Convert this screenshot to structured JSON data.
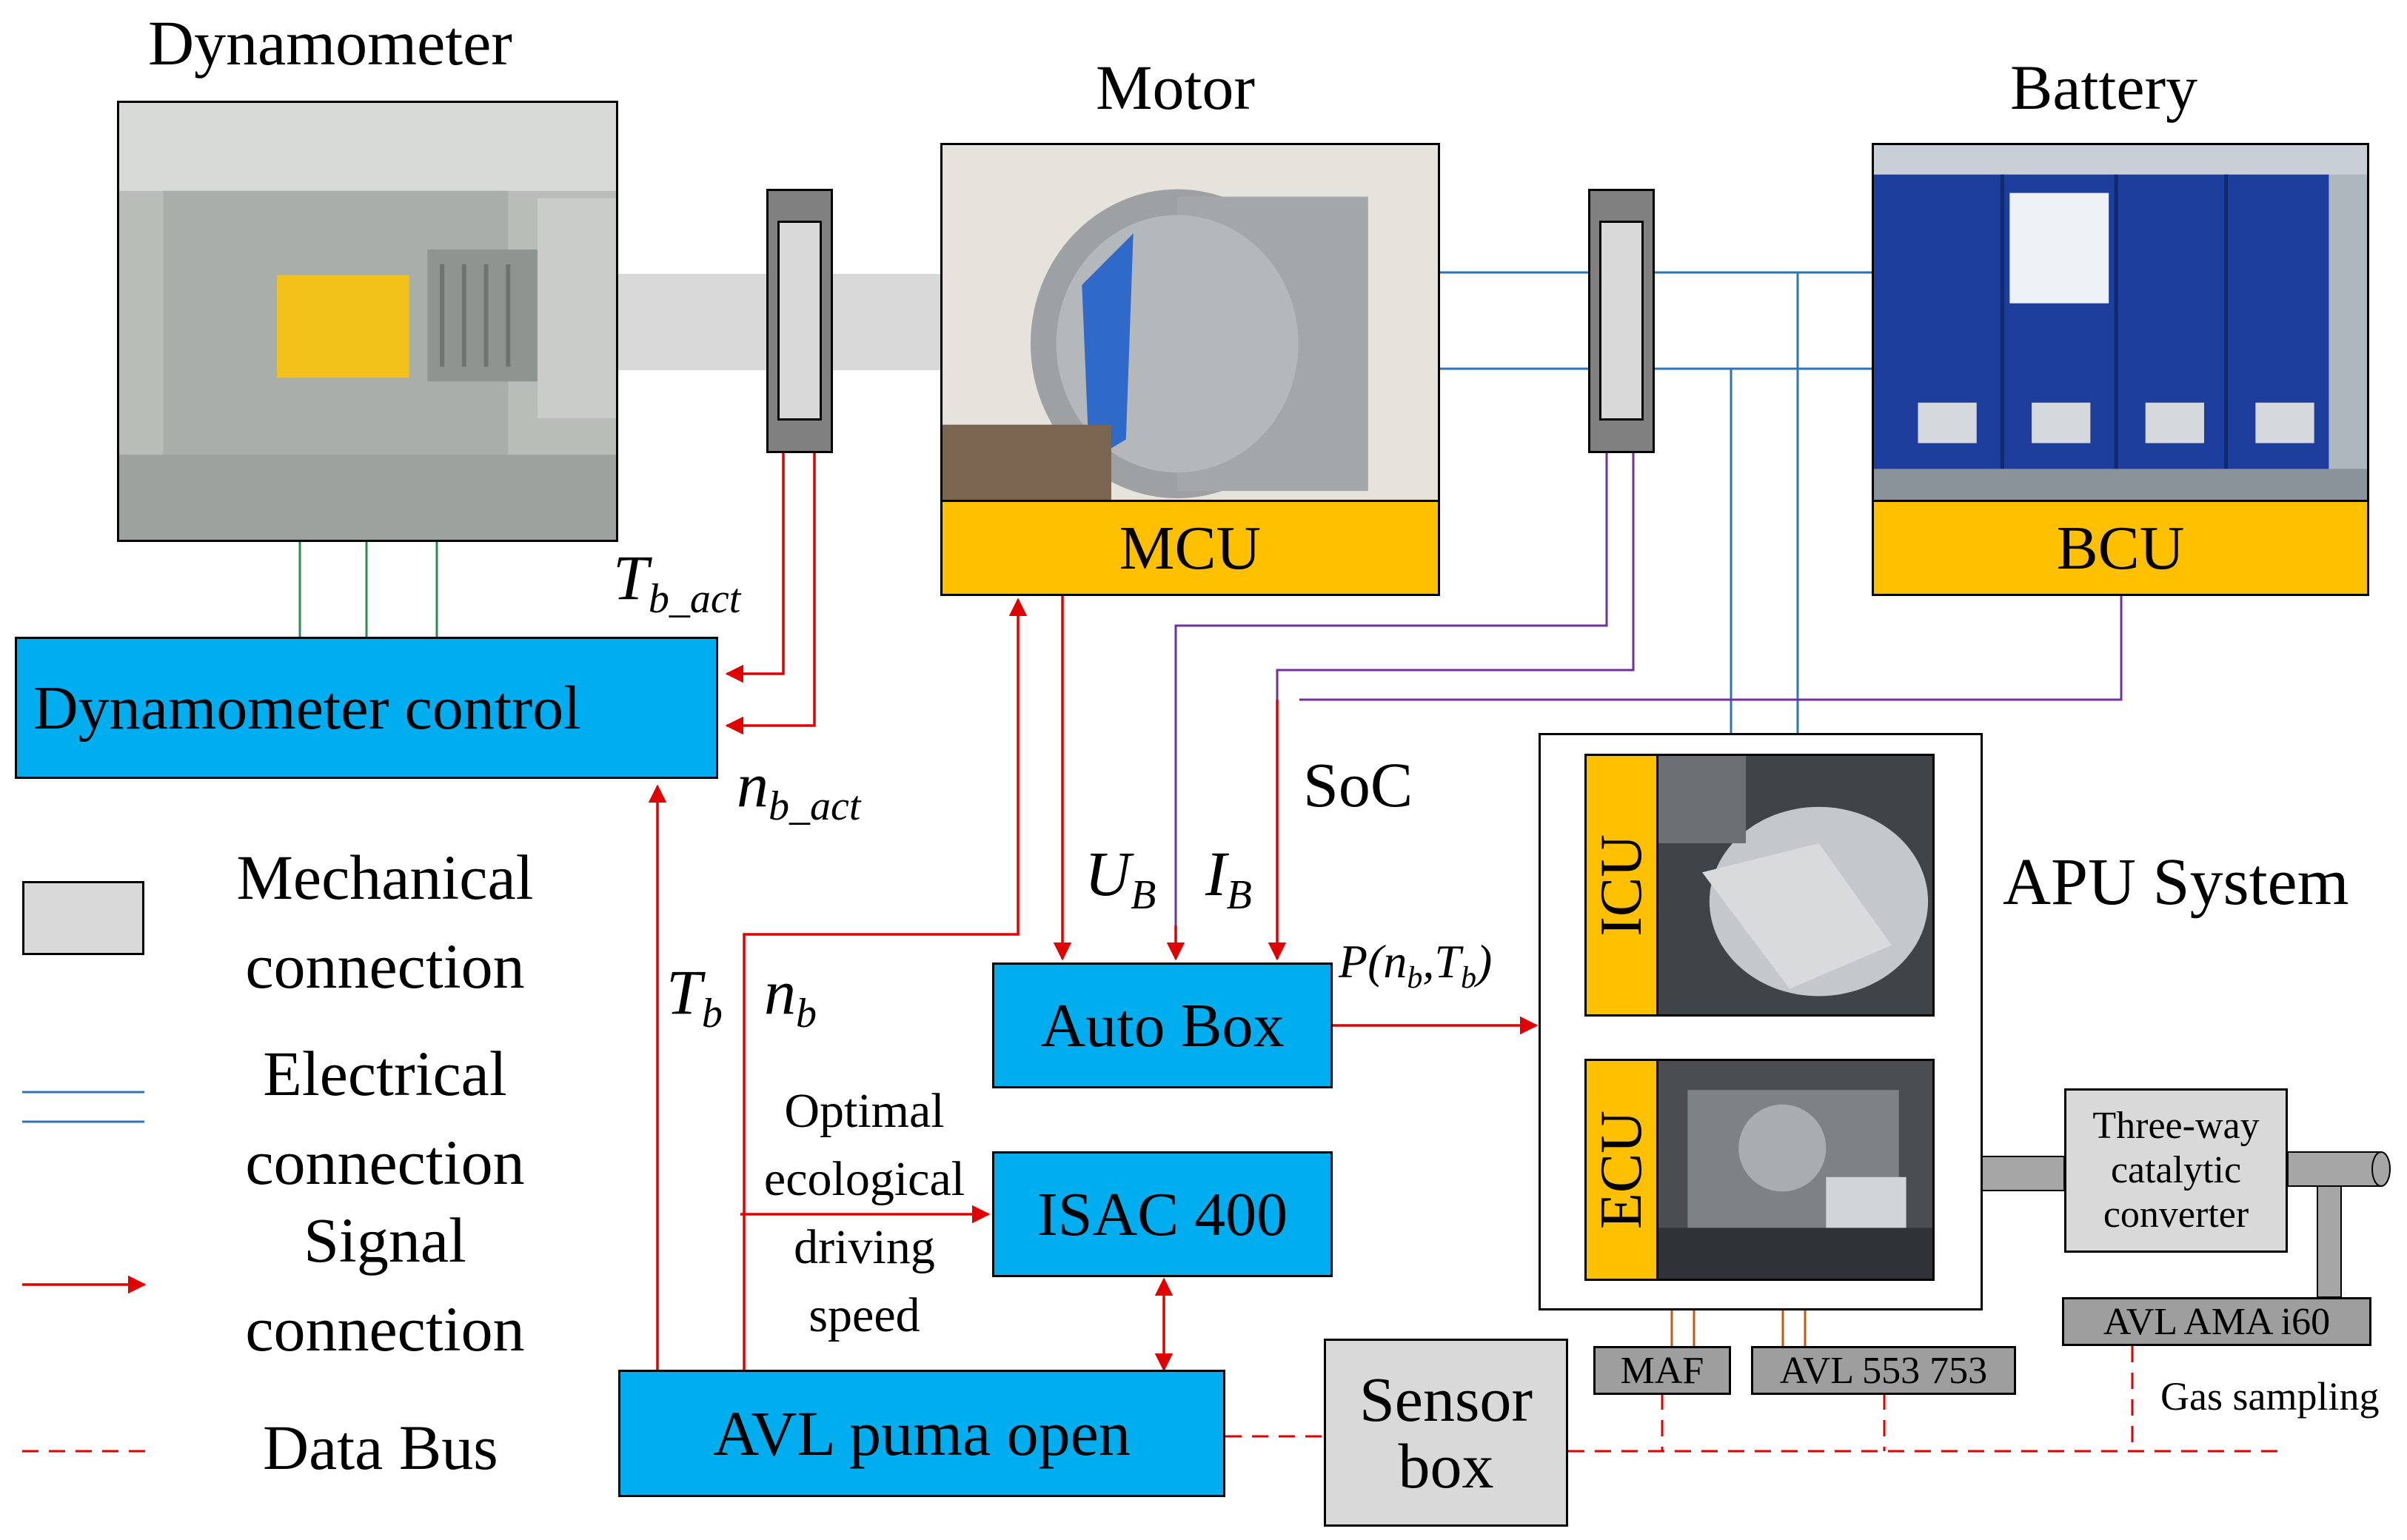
{
  "titles": {
    "dynamometer": "Dynamometer",
    "motor": "Motor",
    "battery": "Battery",
    "apu_system": "APU System"
  },
  "blocks": {
    "mcu": "MCU",
    "bcu": "BCU",
    "dyn_control": "Dynamometer control",
    "auto_box": "Auto Box",
    "isac": "ISAC 400",
    "avl_puma": "AVL puma open",
    "sensor_box_line1": "Sensor",
    "sensor_box_line2": "box",
    "icu": "ICU",
    "ecu": "ECU",
    "three_way_line1": "Three-way",
    "three_way_line2": "catalytic",
    "three_way_line3": "converter",
    "avl_ama": "AVL AMA i60",
    "maf": "MAF",
    "avl_553": "AVL 553 753"
  },
  "signals": {
    "tb_act_main": "T",
    "tb_act_sub": "b_act",
    "nb_act_main": "n",
    "nb_act_sub": "b_act",
    "tb_main": "T",
    "tb_sub": "b",
    "nb_main": "n",
    "nb_sub": "b",
    "ub_main": "U",
    "ub_sub": "B",
    "ib_main": "I",
    "ib_sub": "B",
    "soc": "SoC",
    "p_pre": "P(n",
    "p_sub1": "b",
    "p_mid": ",T",
    "p_sub2": "b",
    "p_post": ")",
    "optimal_line1": "Optimal",
    "optimal_line2": "ecological",
    "optimal_line3": "driving",
    "optimal_line4": "speed",
    "gas_sampling": "Gas sampling"
  },
  "legend": {
    "mechanical_line1": "Mechanical",
    "mechanical_line2": "connection",
    "electrical_line1": "Electrical",
    "electrical_line2": "connection",
    "signal_line1": "Signal",
    "signal_line2": "connection",
    "databus": "Data Bus"
  },
  "colors": {
    "block_blue": "#00AEEF",
    "block_yellow": "#FFC000",
    "signal_red": "#E00000",
    "electrical_blue": "#2E75B6",
    "bus_purple": "#7030A0",
    "dyn_green": "#2E8B57",
    "mech_gray": "#D9D9D9"
  }
}
